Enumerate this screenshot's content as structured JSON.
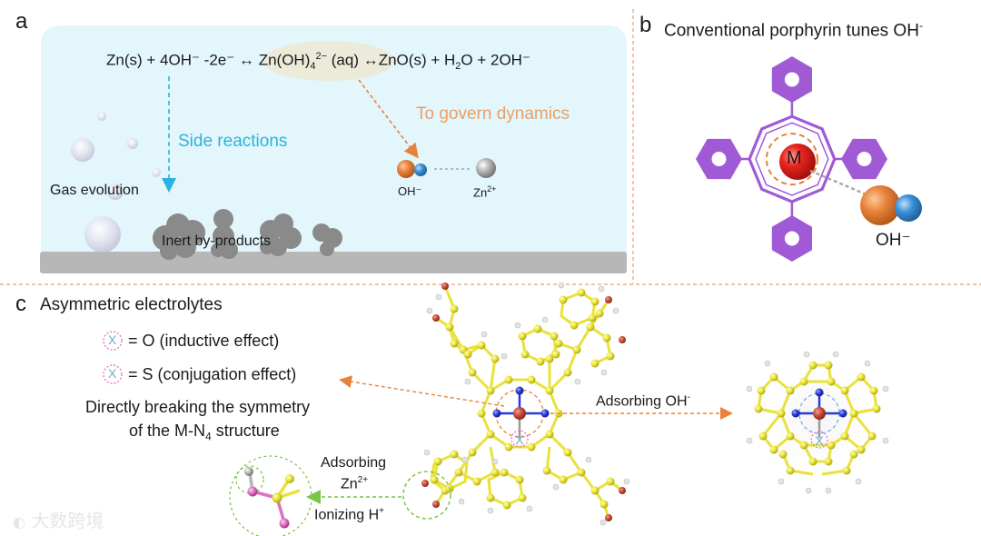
{
  "panel_a": {
    "label": "a",
    "equation": {
      "part1": "Zn(s) + 4OH⁻ -2e⁻ ↔ ",
      "part2": "Zn(OH)",
      "sub": "4",
      "sup": "2−",
      "part3": " (aq)",
      "part4": " ↔ZnO(s) + H",
      "sub2": "2",
      "part5": "O + 2OH⁻"
    },
    "govern_text": "To govern dynamics",
    "side_reactions": "Side reactions",
    "gas_evolution": "Gas evolution",
    "inert_byproducts": "Inert by-products",
    "oh_label": "OH⁻",
    "zn_label": "Zn",
    "zn_sup": "2+",
    "colors": {
      "cyan": "#2bb3e0",
      "orange": "#e8a06a",
      "bg": "#e2f6fb"
    }
  },
  "panel_b": {
    "label": "b",
    "title": "Conventional porphyrin tunes OH",
    "title_sup": "-",
    "metal": "M",
    "oh_label": "OH⁻",
    "colors": {
      "purple": "#a05ad6",
      "red": "#e8251e",
      "orange": "#e8823a",
      "blue": "#3a8fd6"
    }
  },
  "panel_c": {
    "label": "c",
    "title": "Asymmetric electrolytes",
    "legend_o": "= O (inductive effect)",
    "legend_s": "= S (conjugation effect)",
    "legend_symbol": "X",
    "break_line1": "Directly breaking the symmetry",
    "break_line2a": "of the M-N",
    "break_sub": "4",
    "break_line2b": " structure",
    "adsorbing_oh": "Adsorbing OH",
    "adsorbing_oh_sup": "-",
    "adsorbing_zn_line1": "Adsorbing",
    "adsorbing_zn_line2": "Zn",
    "adsorbing_zn_sup": "2+",
    "ionizing": "Ionizing H",
    "ionizing_sup": "+",
    "colors": {
      "yellow": "#e8e23a",
      "green": "#7bc44a",
      "pink": "#e070c0",
      "orange": "#e8823a"
    }
  },
  "watermark": "大数跨境"
}
